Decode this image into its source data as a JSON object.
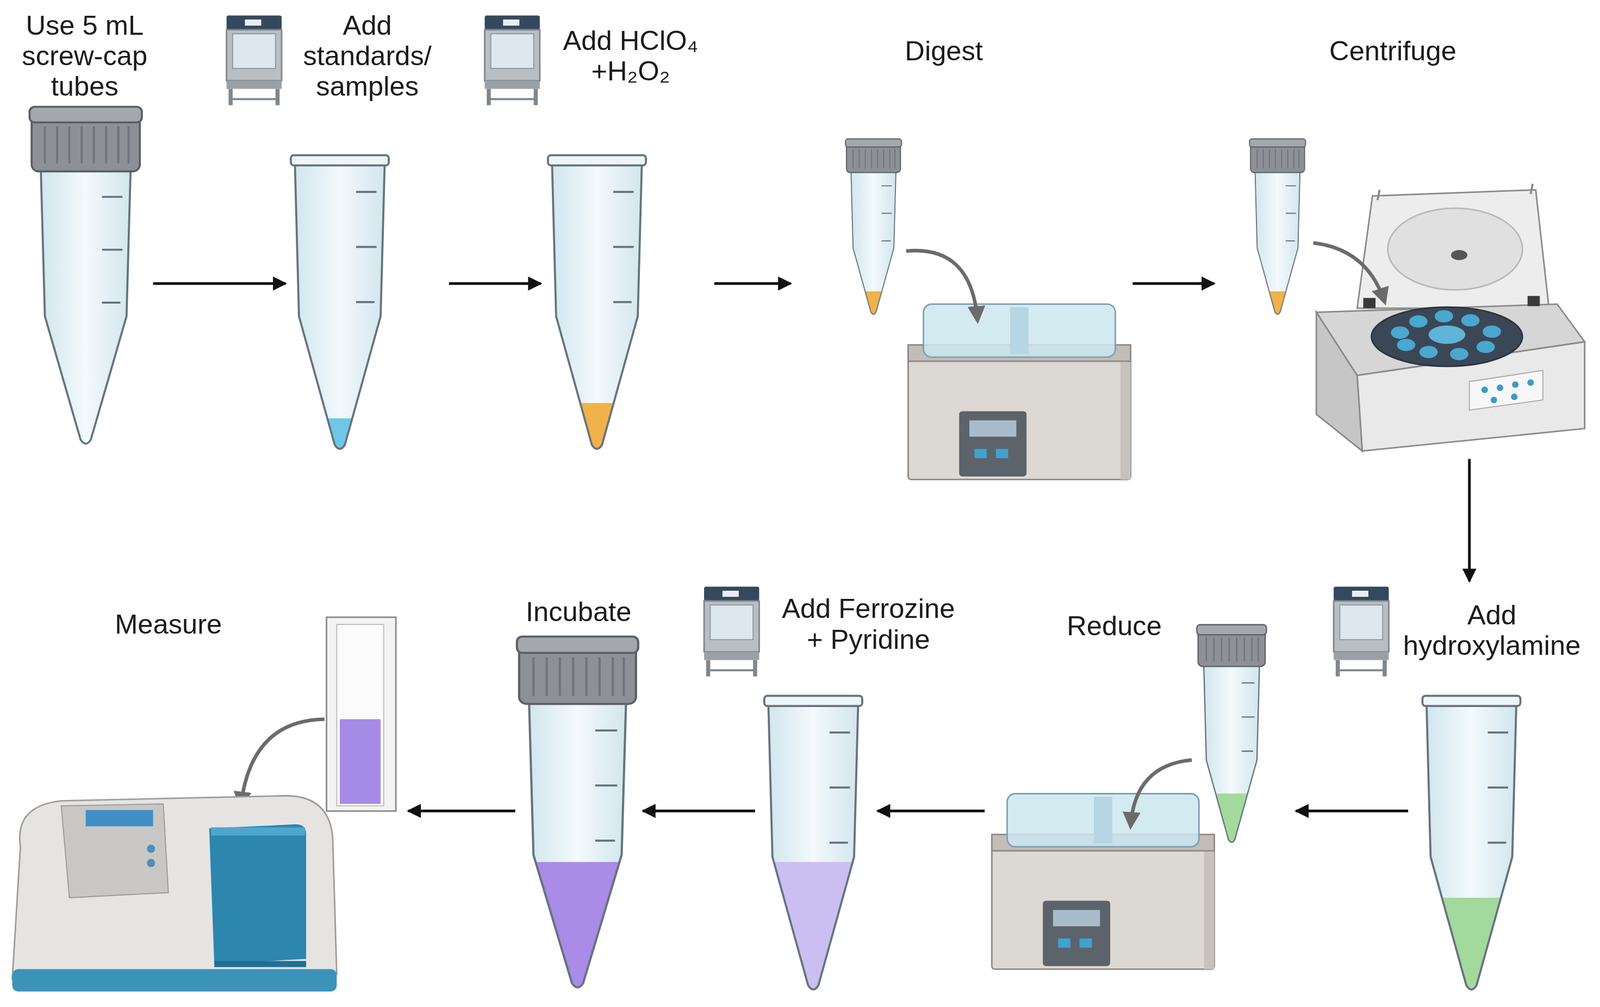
{
  "diagram": {
    "nodes": [
      {
        "text": [
          "Use 5 mL screw-cap tubes"
        ]
      },
      {
        "text": [
          "Add standards/ samples"
        ]
      },
      {
        "text": [
          "Add HClO₄ +H₂O₂"
        ]
      },
      {
        "text": [
          "Digest"
        ]
      },
      {
        "text": [
          "Centrifuge"
        ]
      },
      {
        "text": [
          "Add hydroxylamine"
        ]
      },
      {
        "text": [
          "Reduce"
        ]
      },
      {
        "text": [
          "Add Ferrozine + Pyridine"
        ]
      },
      {
        "text": [
          "Incubate"
        ]
      },
      {
        "text": [
          "Measure"
        ]
      }
    ],
    "edges": [
      {
        "from": 0,
        "to": 1,
        "arrow": "to"
      },
      {
        "from": 1,
        "to": 2,
        "arrow": "to"
      },
      {
        "from": 2,
        "to": 3,
        "arrow": "to"
      },
      {
        "from": 3,
        "to": 4,
        "arrow": "to"
      },
      {
        "from": 4,
        "to": 5,
        "arrow": "to"
      },
      {
        "from": 5,
        "to": 6,
        "arrow": "to"
      },
      {
        "from": 6,
        "to": 7,
        "arrow": "to"
      },
      {
        "from": 7,
        "to": 8,
        "arrow": "to"
      },
      {
        "from": 8,
        "to": 9,
        "arrow": "to"
      }
    ]
  }
}
